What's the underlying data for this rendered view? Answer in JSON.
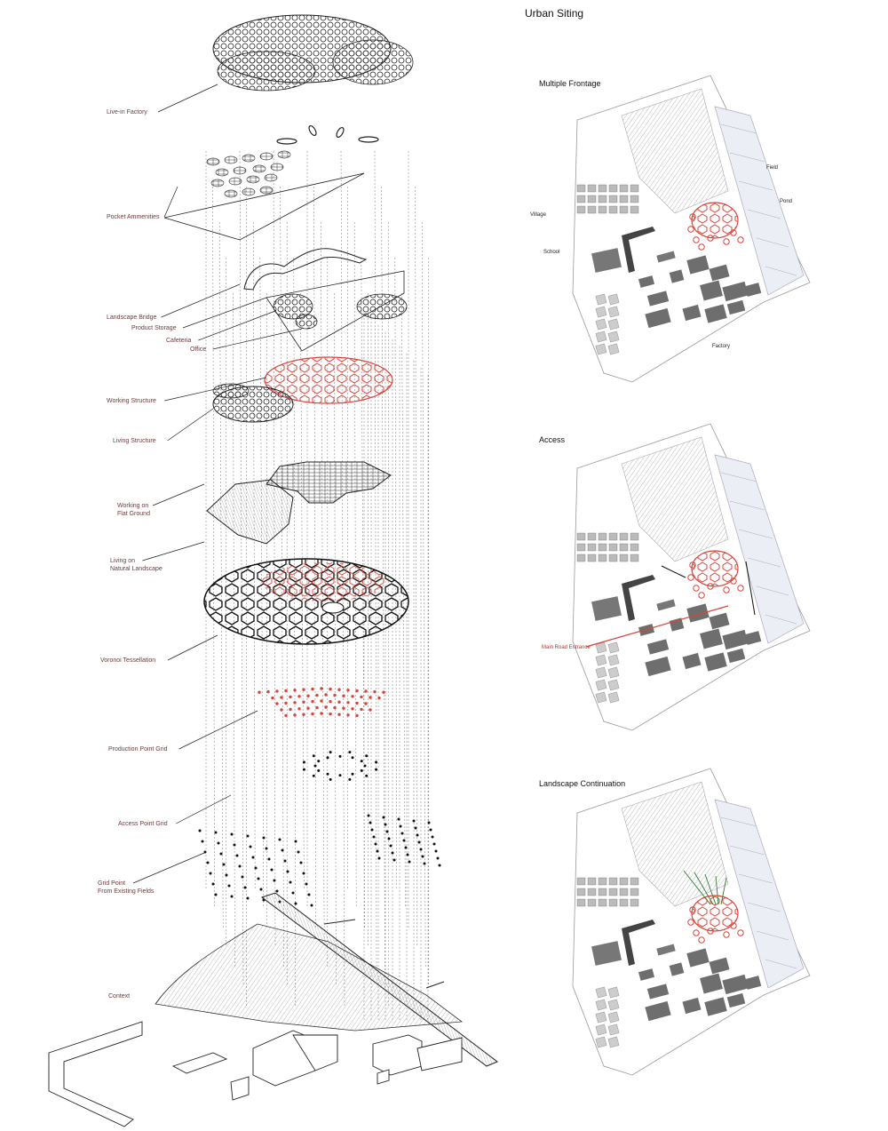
{
  "header": {
    "title": "Urban Siting"
  },
  "axon_labels": [
    {
      "id": "live-in-factory",
      "text": "Live-in Factory"
    },
    {
      "id": "pocket-amenities",
      "text": "Pocket Ammenities"
    },
    {
      "id": "landscape-bridge",
      "text": "Landscape Bridge"
    },
    {
      "id": "product-storage",
      "text": "Product Storage"
    },
    {
      "id": "cafeteria",
      "text": "Cafeteria"
    },
    {
      "id": "office",
      "text": "Office"
    },
    {
      "id": "working-structure",
      "text": "Working Structure"
    },
    {
      "id": "living-structure",
      "text": "Living Structure"
    },
    {
      "id": "working-flat-1",
      "text": "Working on"
    },
    {
      "id": "working-flat-2",
      "text": "Flat Ground"
    },
    {
      "id": "living-natural-1",
      "text": "Living on"
    },
    {
      "id": "living-natural-2",
      "text": "Natural Landscape"
    },
    {
      "id": "voronoi",
      "text": "Voronoi Tessellation"
    },
    {
      "id": "production-grid",
      "text": "Production Point Grid"
    },
    {
      "id": "access-grid",
      "text": "Access Point Grid"
    },
    {
      "id": "grid-point-1",
      "text": "Grid Point"
    },
    {
      "id": "grid-point-2",
      "text": "From Existing Fields"
    },
    {
      "id": "context",
      "text": "Context"
    }
  ],
  "panels": [
    {
      "heading": "Multiple Frontage",
      "labels": {
        "field": "Field",
        "pond": "Pond",
        "village": "Village",
        "school": "School",
        "factory": "Factory"
      }
    },
    {
      "heading": "Access",
      "labels": {
        "entrance": "Main Road Entrance"
      }
    },
    {
      "heading": "Landscape Continuation",
      "labels": {}
    }
  ],
  "colors": {
    "accent": "#d9443a",
    "ink": "#1e1e1e",
    "building": "#6e6e6e",
    "field": "#eceef6"
  }
}
